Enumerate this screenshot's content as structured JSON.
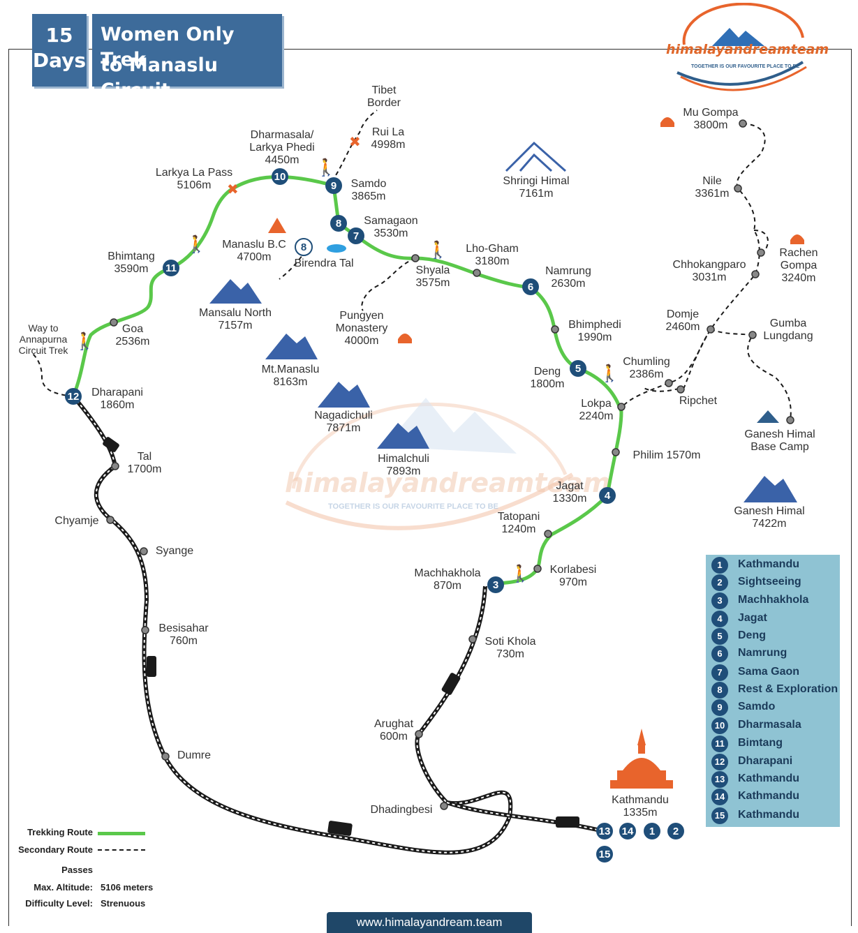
{
  "title": {
    "days_num": "15",
    "days_word": "Days",
    "line1": "Women Only Trek",
    "line2": "to Manaslu Circuit"
  },
  "brand": {
    "name": "himalayandreamteam",
    "tagline": "TOGETHER IS OUR FAVOURITE PLACE TO BE"
  },
  "website": "www.himalayandream.team",
  "colors": {
    "trek_route": "#5ac84a",
    "road": "#1a1a1a",
    "marker": "#1f4e79",
    "accent": "#e8642c",
    "mountain": "#3a62a8",
    "panel": "#8fc3d3"
  },
  "map_labels": {
    "tibet_border": [
      "Tibet",
      "Border"
    ],
    "rui_la": [
      "Rui La",
      "4998m"
    ],
    "dharmasala": [
      "Dharmasala/",
      "Larkya Phedi",
      "4450m"
    ],
    "larkya_la": [
      "Larkya La Pass",
      "5106m"
    ],
    "samdo": [
      "Samdo",
      "3865m"
    ],
    "samagaon": [
      "Samagaon",
      "3530m"
    ],
    "manaslu_bc": [
      "Manaslu B.C",
      "4700m"
    ],
    "birendra_tal": "Birendra Tal",
    "bhimtang": [
      "Bhimtang",
      "3590m"
    ],
    "shyala": [
      "Shyala",
      "3575m"
    ],
    "lho_gham": [
      "Lho-Gham",
      "3180m"
    ],
    "namrung": [
      "Namrung",
      "2630m"
    ],
    "pungyen": [
      "Pungyen",
      "Monastery",
      "4000m"
    ],
    "shringi": [
      "Shringi Himal",
      "7161m"
    ],
    "mansalu_north": [
      "Mansalu North",
      "7157m"
    ],
    "mt_manaslu": [
      "Mt.Manaslu",
      "8163m"
    ],
    "nagadichuli": [
      "Nagadichuli",
      "7871m"
    ],
    "himalchuli": [
      "Himalchuli",
      "7893m"
    ],
    "goa": [
      "Goa",
      "2536m"
    ],
    "way_to": [
      "Way to",
      "Annapurna",
      "Circuit Trek"
    ],
    "dharapani": [
      "Dharapani",
      "1860m"
    ],
    "tal": [
      "Tal",
      "1700m"
    ],
    "chyamje": "Chyamje",
    "syange": "Syange",
    "besisahar": [
      "Besisahar",
      "760m"
    ],
    "dumre": "Dumre",
    "bhimphedi": [
      "Bhimphedi",
      "1990m"
    ],
    "deng": [
      "Deng",
      "1800m"
    ],
    "chumling": [
      "Chumling",
      "2386m"
    ],
    "lokpa": [
      "Lokpa",
      "2240m"
    ],
    "philim": "Philim 1570m",
    "jagat": [
      "Jagat",
      "1330m"
    ],
    "tatopani": [
      "Tatopani",
      "1240m"
    ],
    "machhakhola": [
      "Machhakhola",
      "870m"
    ],
    "korlabesi": [
      "Korlabesi",
      "970m"
    ],
    "soti_khola": [
      "Soti Khola",
      "730m"
    ],
    "arughat": [
      "Arughat",
      "600m"
    ],
    "dhadingbesi": "Dhadingbesi",
    "kathmandu": [
      "Kathmandu",
      "1335m"
    ],
    "mu_gompa": [
      "Mu Gompa",
      "3800m"
    ],
    "nile": [
      "Nile",
      "3361m"
    ],
    "rachen": [
      "Rachen",
      "Gompa",
      "3240m"
    ],
    "chhokangparo": [
      "Chhokangparo",
      "3031m"
    ],
    "domje": [
      "Domje",
      "2460m"
    ],
    "gumba": [
      "Gumba",
      "Lungdang"
    ],
    "ripchet": "Ripchet",
    "ganesh_bc": [
      "Ganesh Himal",
      "Base Camp"
    ],
    "ganesh_himal": [
      "Ganesh Himal",
      "7422m"
    ]
  },
  "day_markers": [
    "1",
    "2",
    "3",
    "4",
    "5",
    "6",
    "7",
    "8",
    "9",
    "10",
    "11",
    "12",
    "13",
    "14",
    "15"
  ],
  "itinerary": [
    {
      "day": "1",
      "name": "Kathmandu"
    },
    {
      "day": "2",
      "name": "Sightseeing"
    },
    {
      "day": "3",
      "name": "Machhakhola"
    },
    {
      "day": "4",
      "name": "Jagat"
    },
    {
      "day": "5",
      "name": "Deng"
    },
    {
      "day": "6",
      "name": "Namrung"
    },
    {
      "day": "7",
      "name": "Sama Gaon"
    },
    {
      "day": "8",
      "name": "Rest & Exploration"
    },
    {
      "day": "9",
      "name": "Samdo"
    },
    {
      "day": "10",
      "name": "Dharmasala"
    },
    {
      "day": "11",
      "name": "Bimtang"
    },
    {
      "day": "12",
      "name": "Dharapani"
    },
    {
      "day": "13",
      "name": "Kathmandu"
    },
    {
      "day": "14",
      "name": "Kathmandu"
    },
    {
      "day": "15",
      "name": "Kathmandu"
    }
  ],
  "legend": {
    "trekking_route": "Trekking Route",
    "secondary_route": "Secondary Route",
    "passes": "Passes",
    "max_altitude_label": "Max. Altitude:",
    "max_altitude_value": "5106 meters",
    "difficulty_label": "Difficulty Level:",
    "difficulty_value": "Strenuous"
  }
}
